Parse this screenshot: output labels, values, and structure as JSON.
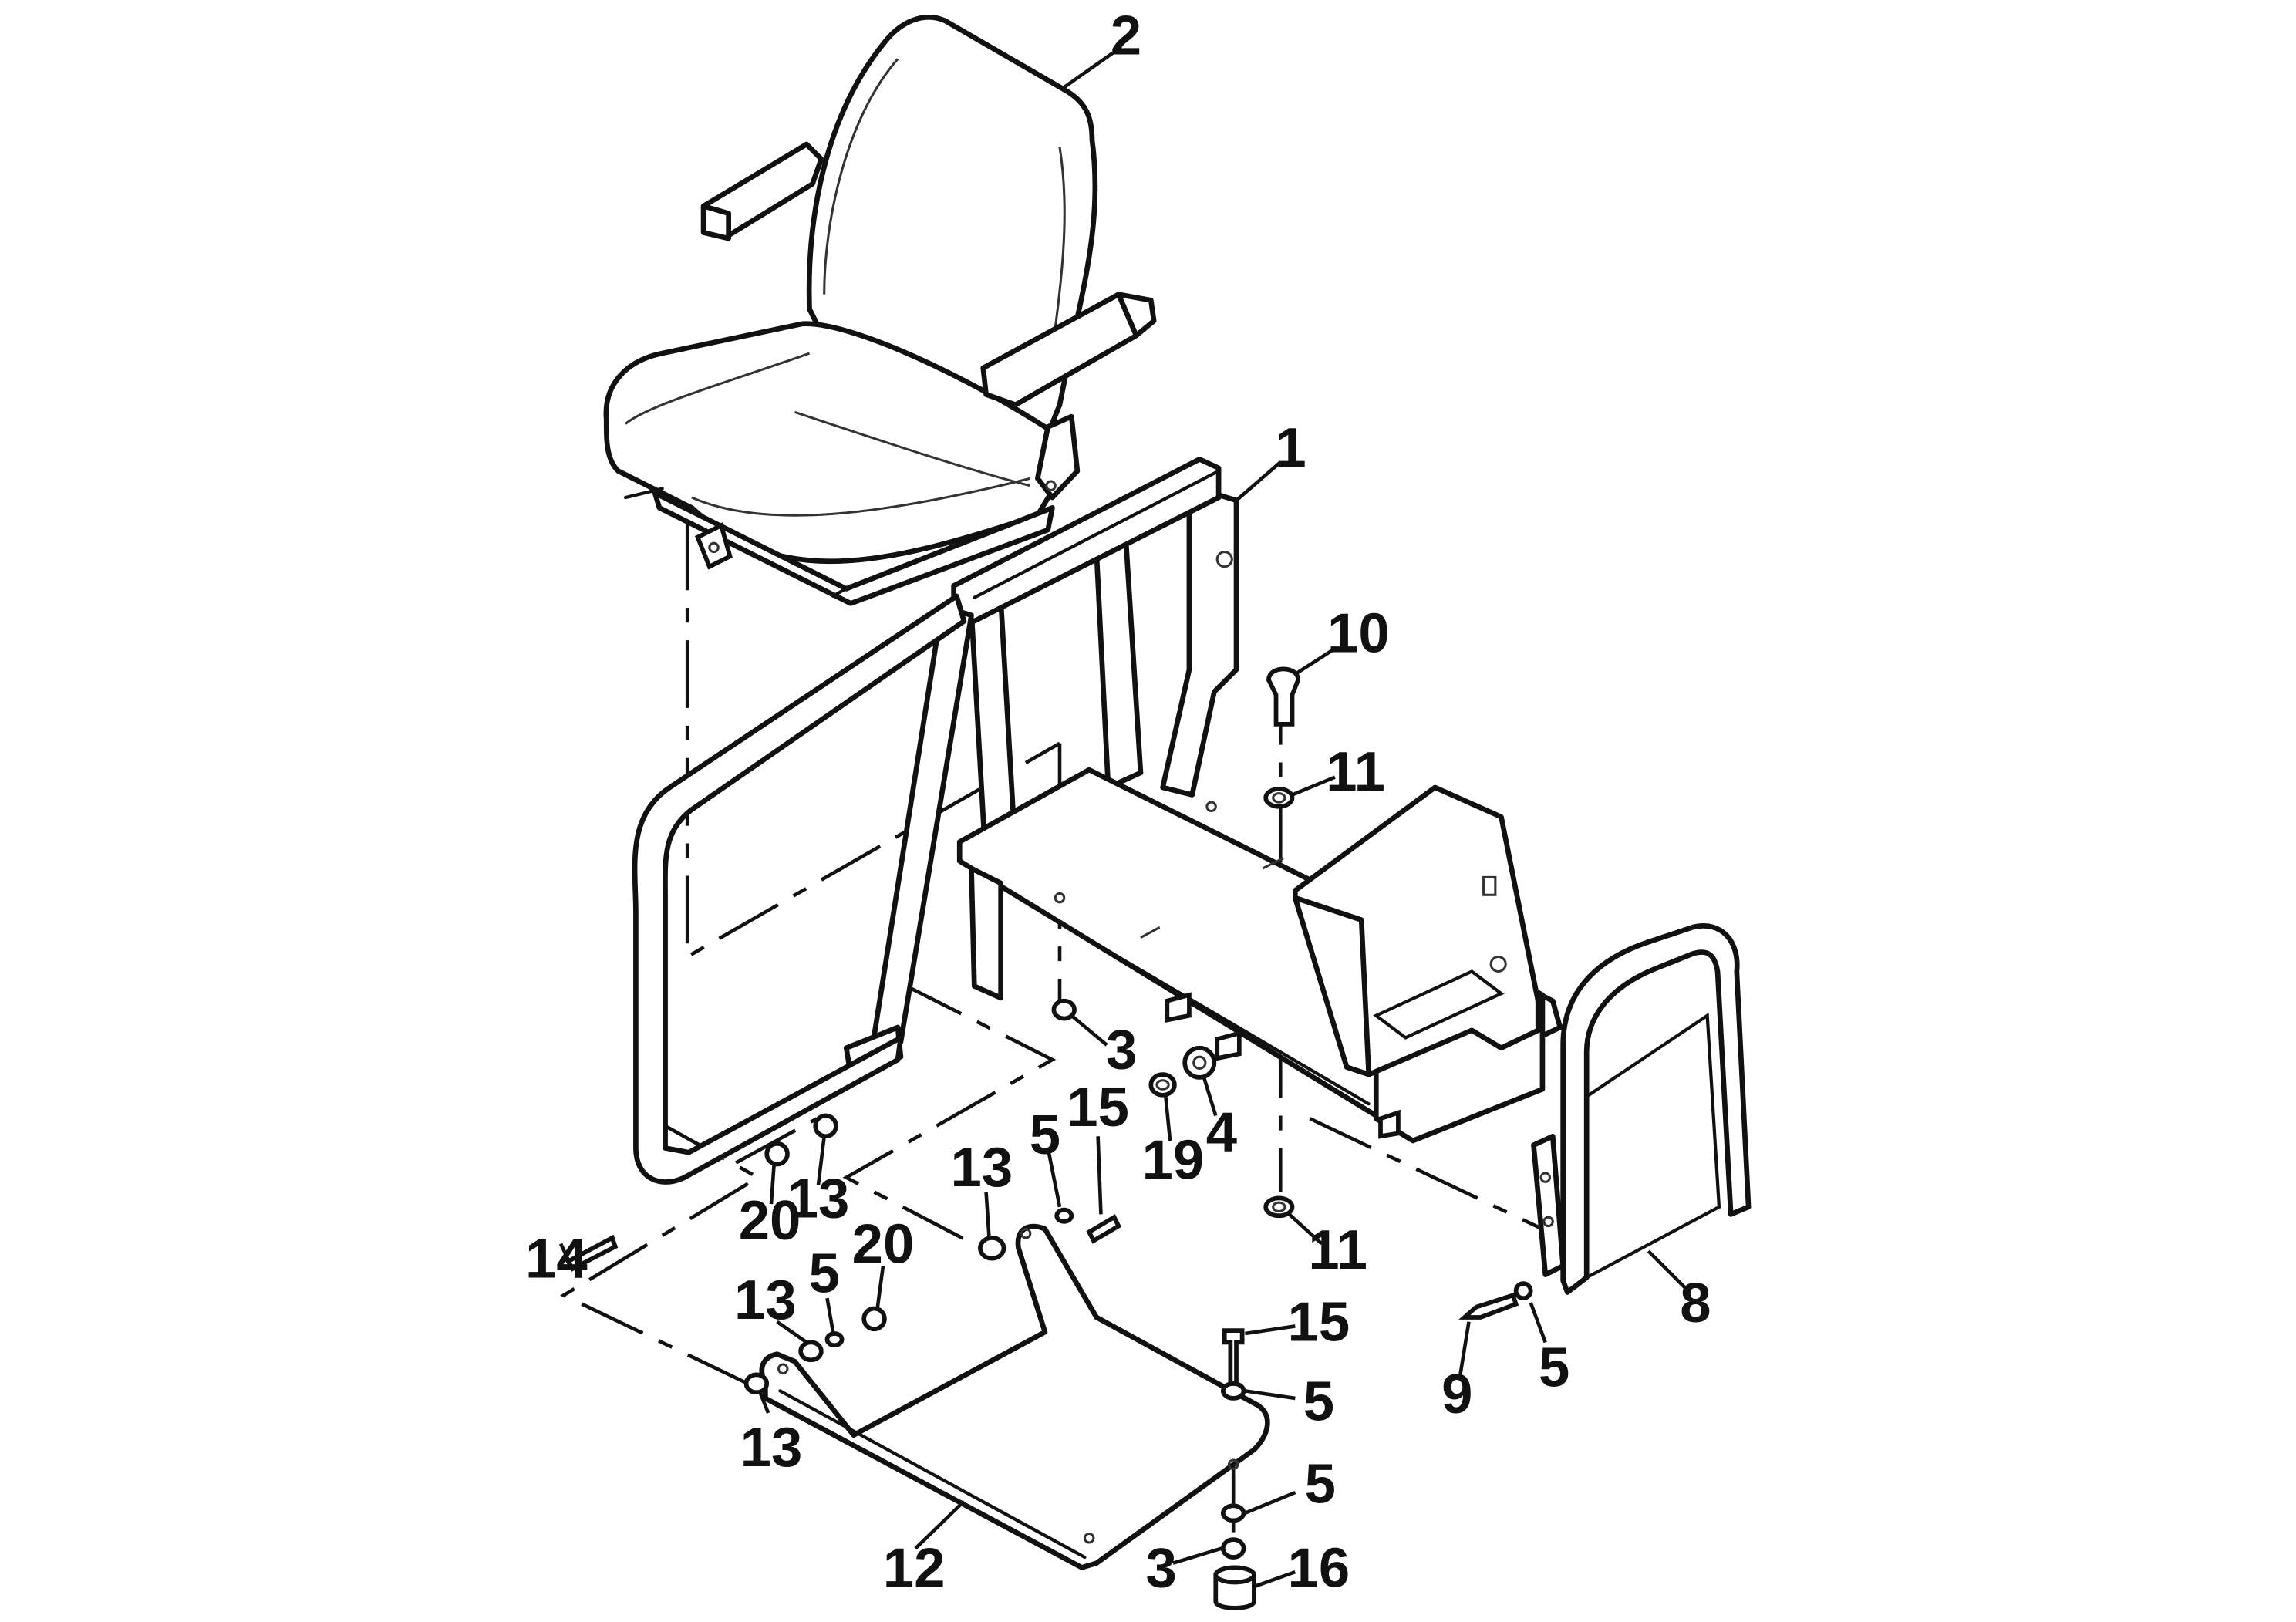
{
  "callouts": [
    {
      "id": "c2",
      "label": "2"
    },
    {
      "id": "c1",
      "label": "1"
    },
    {
      "id": "c10",
      "label": "10"
    },
    {
      "id": "c11a",
      "label": "11"
    },
    {
      "id": "c3a",
      "label": "3"
    },
    {
      "id": "c19",
      "label": "19"
    },
    {
      "id": "c4",
      "label": "4"
    },
    {
      "id": "c15a",
      "label": "15"
    },
    {
      "id": "c5a",
      "label": "5"
    },
    {
      "id": "c13a",
      "label": "13"
    },
    {
      "id": "c11b",
      "label": "11"
    },
    {
      "id": "c14",
      "label": "14"
    },
    {
      "id": "c20a",
      "label": "20"
    },
    {
      "id": "c13b",
      "label": "13"
    },
    {
      "id": "c5b",
      "label": "5"
    },
    {
      "id": "c20b",
      "label": "20"
    },
    {
      "id": "c13c",
      "label": "13"
    },
    {
      "id": "c13d",
      "label": "13"
    },
    {
      "id": "c15b",
      "label": "15"
    },
    {
      "id": "c5c",
      "label": "5"
    },
    {
      "id": "c5d",
      "label": "5"
    },
    {
      "id": "c3b",
      "label": "3"
    },
    {
      "id": "c16",
      "label": "16"
    },
    {
      "id": "c12",
      "label": "12"
    },
    {
      "id": "c8",
      "label": "8"
    },
    {
      "id": "c9",
      "label": "9"
    },
    {
      "id": "c5e",
      "label": "5"
    }
  ]
}
